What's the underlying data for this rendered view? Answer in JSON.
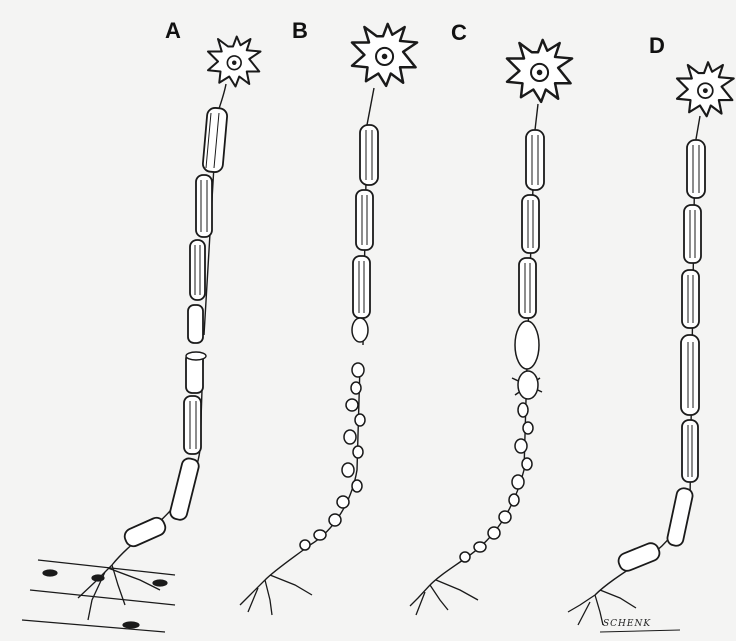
{
  "panels": [
    {
      "id": "A",
      "label": "A"
    },
    {
      "id": "B",
      "label": "B"
    },
    {
      "id": "C",
      "label": "C"
    },
    {
      "id": "D",
      "label": "D"
    }
  ],
  "signature": "SCHENK",
  "colors": {
    "background": "#f4f4f3",
    "ink": "#1a1a1a",
    "fill": "#ffffff"
  }
}
